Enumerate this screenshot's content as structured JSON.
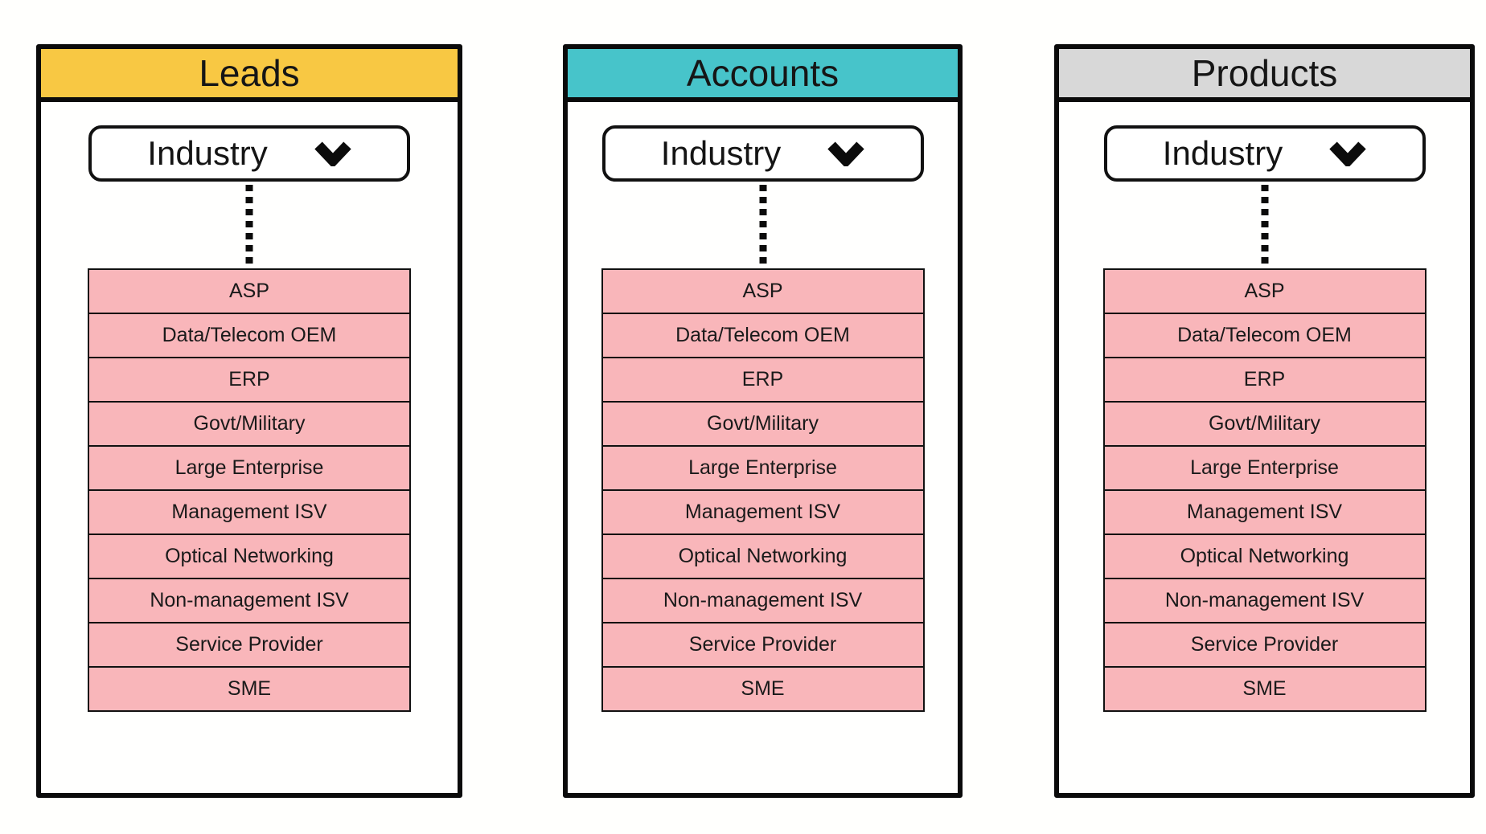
{
  "diagram": {
    "panels": [
      {
        "id": "leads",
        "title": "Leads",
        "header_color": "#F8C843"
      },
      {
        "id": "accounts",
        "title": "Accounts",
        "header_color": "#47C4CA"
      },
      {
        "id": "products",
        "title": "Products",
        "header_color": "#D8D8D8"
      }
    ],
    "dropdown": {
      "label": "Industry",
      "icon": "chevron-down-icon"
    },
    "industry_items": [
      "ASP",
      "Data/Telecom OEM",
      "ERP",
      "Govt/Military",
      "Large Enterprise",
      "Management ISV",
      "Optical Networking",
      "Non-management ISV",
      "Service Provider",
      "SME"
    ],
    "colors": {
      "option_background": "#F9B6BA",
      "border": "#0B0B0B",
      "page_background": "#FFFFFD"
    }
  }
}
